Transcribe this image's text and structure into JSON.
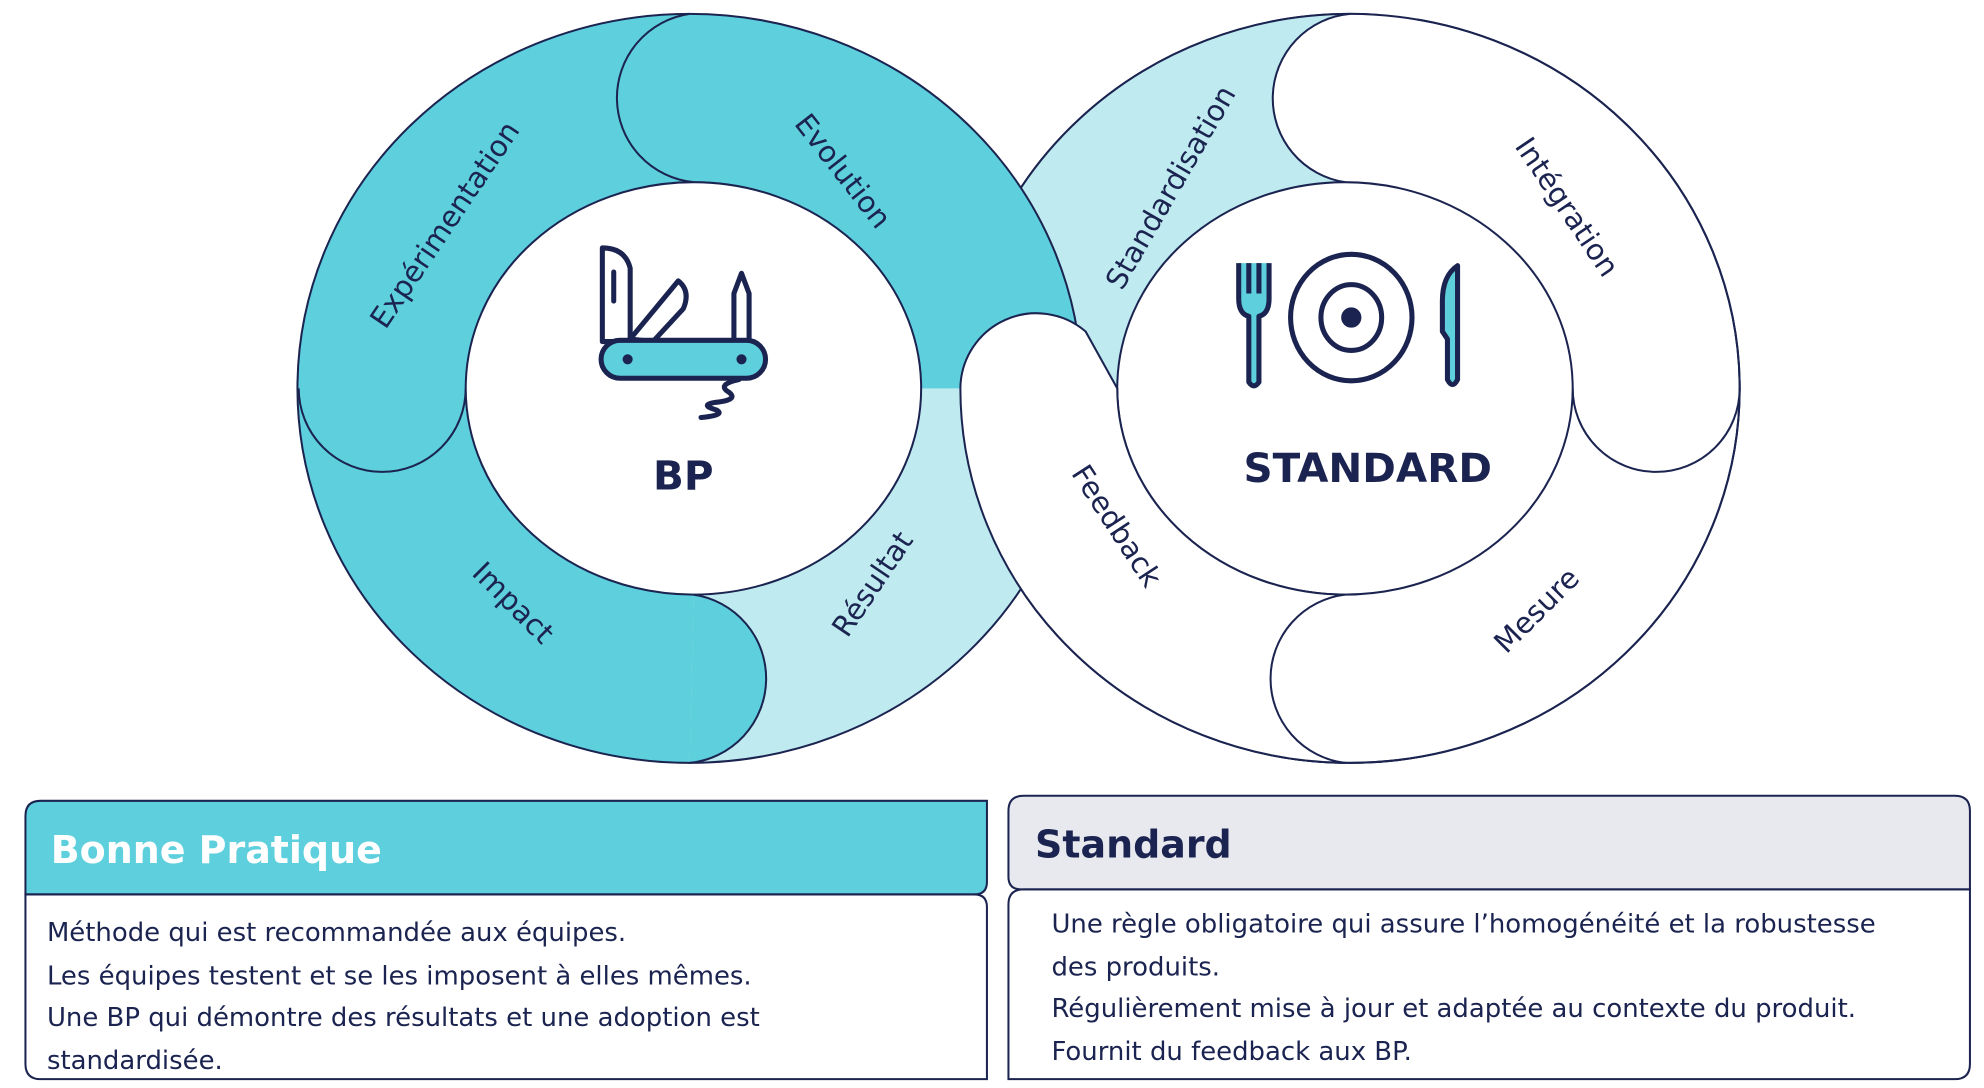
{
  "colors": {
    "teal": "#5ECFDC",
    "light_teal": "#BFEBF0",
    "navy": "#1B2450",
    "gray": "#E8E9EE"
  },
  "diagram": {
    "left_title": "BP",
    "right_title": "STANDARD",
    "left_icon": "pocket-knife-icon",
    "right_icon": "plate-fork-knife-icon",
    "stages": {
      "experimentation": "Expérimentation",
      "evolution": "Evolution",
      "impact": "Impact",
      "resultat": "Résultat",
      "standardisation": "Standardisation",
      "integration": "Intégration",
      "feedback": "Feedback",
      "mesure": "Mesure"
    }
  },
  "cards": {
    "bp": {
      "title": "Bonne Pratique",
      "lines": [
        "Méthode qui est recommandée aux équipes.",
        "Les équipes testent et se les imposent à elles mêmes.",
        "Une BP qui démontre des résultats et une adoption est",
        "standardisée."
      ]
    },
    "standard": {
      "title": "Standard",
      "lines": [
        "Une règle obligatoire qui assure l’homogénéité et la robustesse",
        "des produits.",
        "Régulièrement mise à jour et adaptée au contexte du produit.",
        "Fournit du feedback aux BP."
      ]
    }
  }
}
